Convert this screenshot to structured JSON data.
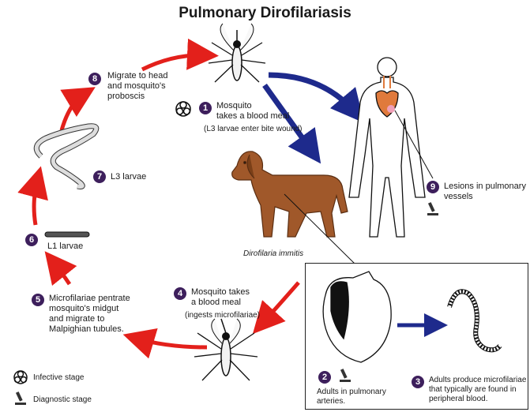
{
  "title": "Pulmonary Dirofilariasis",
  "colors": {
    "red_arrow": "#e3201b",
    "blue_arrow": "#1e2a8c",
    "badge": "#3d1f5c",
    "dog": "#a0582a",
    "lung": "#e07a3c"
  },
  "steps": [
    {
      "num": "1",
      "text": "Mosquito\ntakes a blood meal",
      "sub": "(L3 larvae enter bite wound)"
    },
    {
      "num": "2",
      "text": "Adults in pulmonary\narteries."
    },
    {
      "num": "3",
      "text": "Adults produce microfilariae\nthat typically are found in\nperipheral blood."
    },
    {
      "num": "4",
      "text": "Mosquito takes\na blood meal",
      "sub": "(ingests microfilariae)"
    },
    {
      "num": "5",
      "text": "Microfilariae pentrate\nmosquito's midgut\nand migrate to\nMalpighian tubules."
    },
    {
      "num": "6",
      "text": "L1 larvae"
    },
    {
      "num": "7",
      "text": "L3 larvae"
    },
    {
      "num": "8",
      "text": "Migrate to head\nand mosquito's\nproboscis"
    },
    {
      "num": "9",
      "text": "Lesions in pulmonary\nvessels"
    }
  ],
  "dog_label": "Dirofilaria immitis",
  "legend": {
    "infective": "Infective stage",
    "diagnostic": "Diagnostic stage"
  },
  "icons": [
    "biohazard-icon",
    "microscope-icon",
    "mosquito",
    "dog",
    "human",
    "heart",
    "microfilaria",
    "larva"
  ]
}
